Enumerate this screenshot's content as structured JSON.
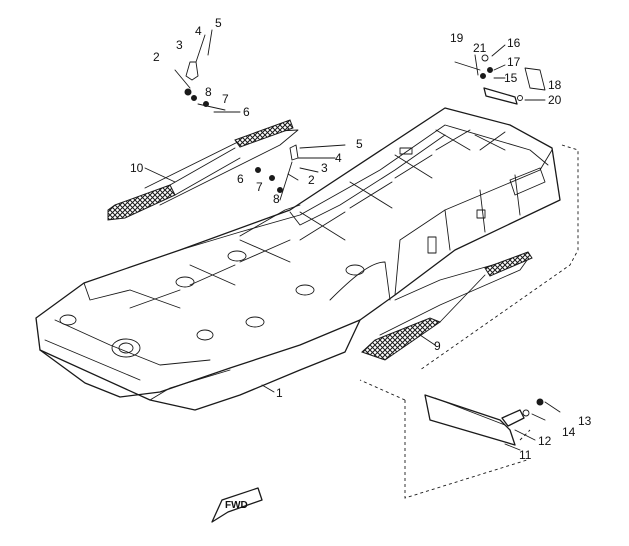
{
  "diagram": {
    "callouts": {
      "c1": "1",
      "c2a": "2",
      "c2b": "2",
      "c3a": "3",
      "c3b": "3",
      "c4a": "4",
      "c4b": "4",
      "c5a": "5",
      "c5b": "5",
      "c6a": "6",
      "c6b": "6",
      "c7a": "7",
      "c7b": "7",
      "c8a": "8",
      "c8b": "8",
      "c9": "9",
      "c10": "10",
      "c11": "11",
      "c12": "12",
      "c13": "13",
      "c14": "14",
      "c15": "15",
      "c16": "16",
      "c17": "17",
      "c18": "18",
      "c19": "19",
      "c20": "20",
      "c21": "21"
    },
    "forward_marker": "FWD"
  }
}
